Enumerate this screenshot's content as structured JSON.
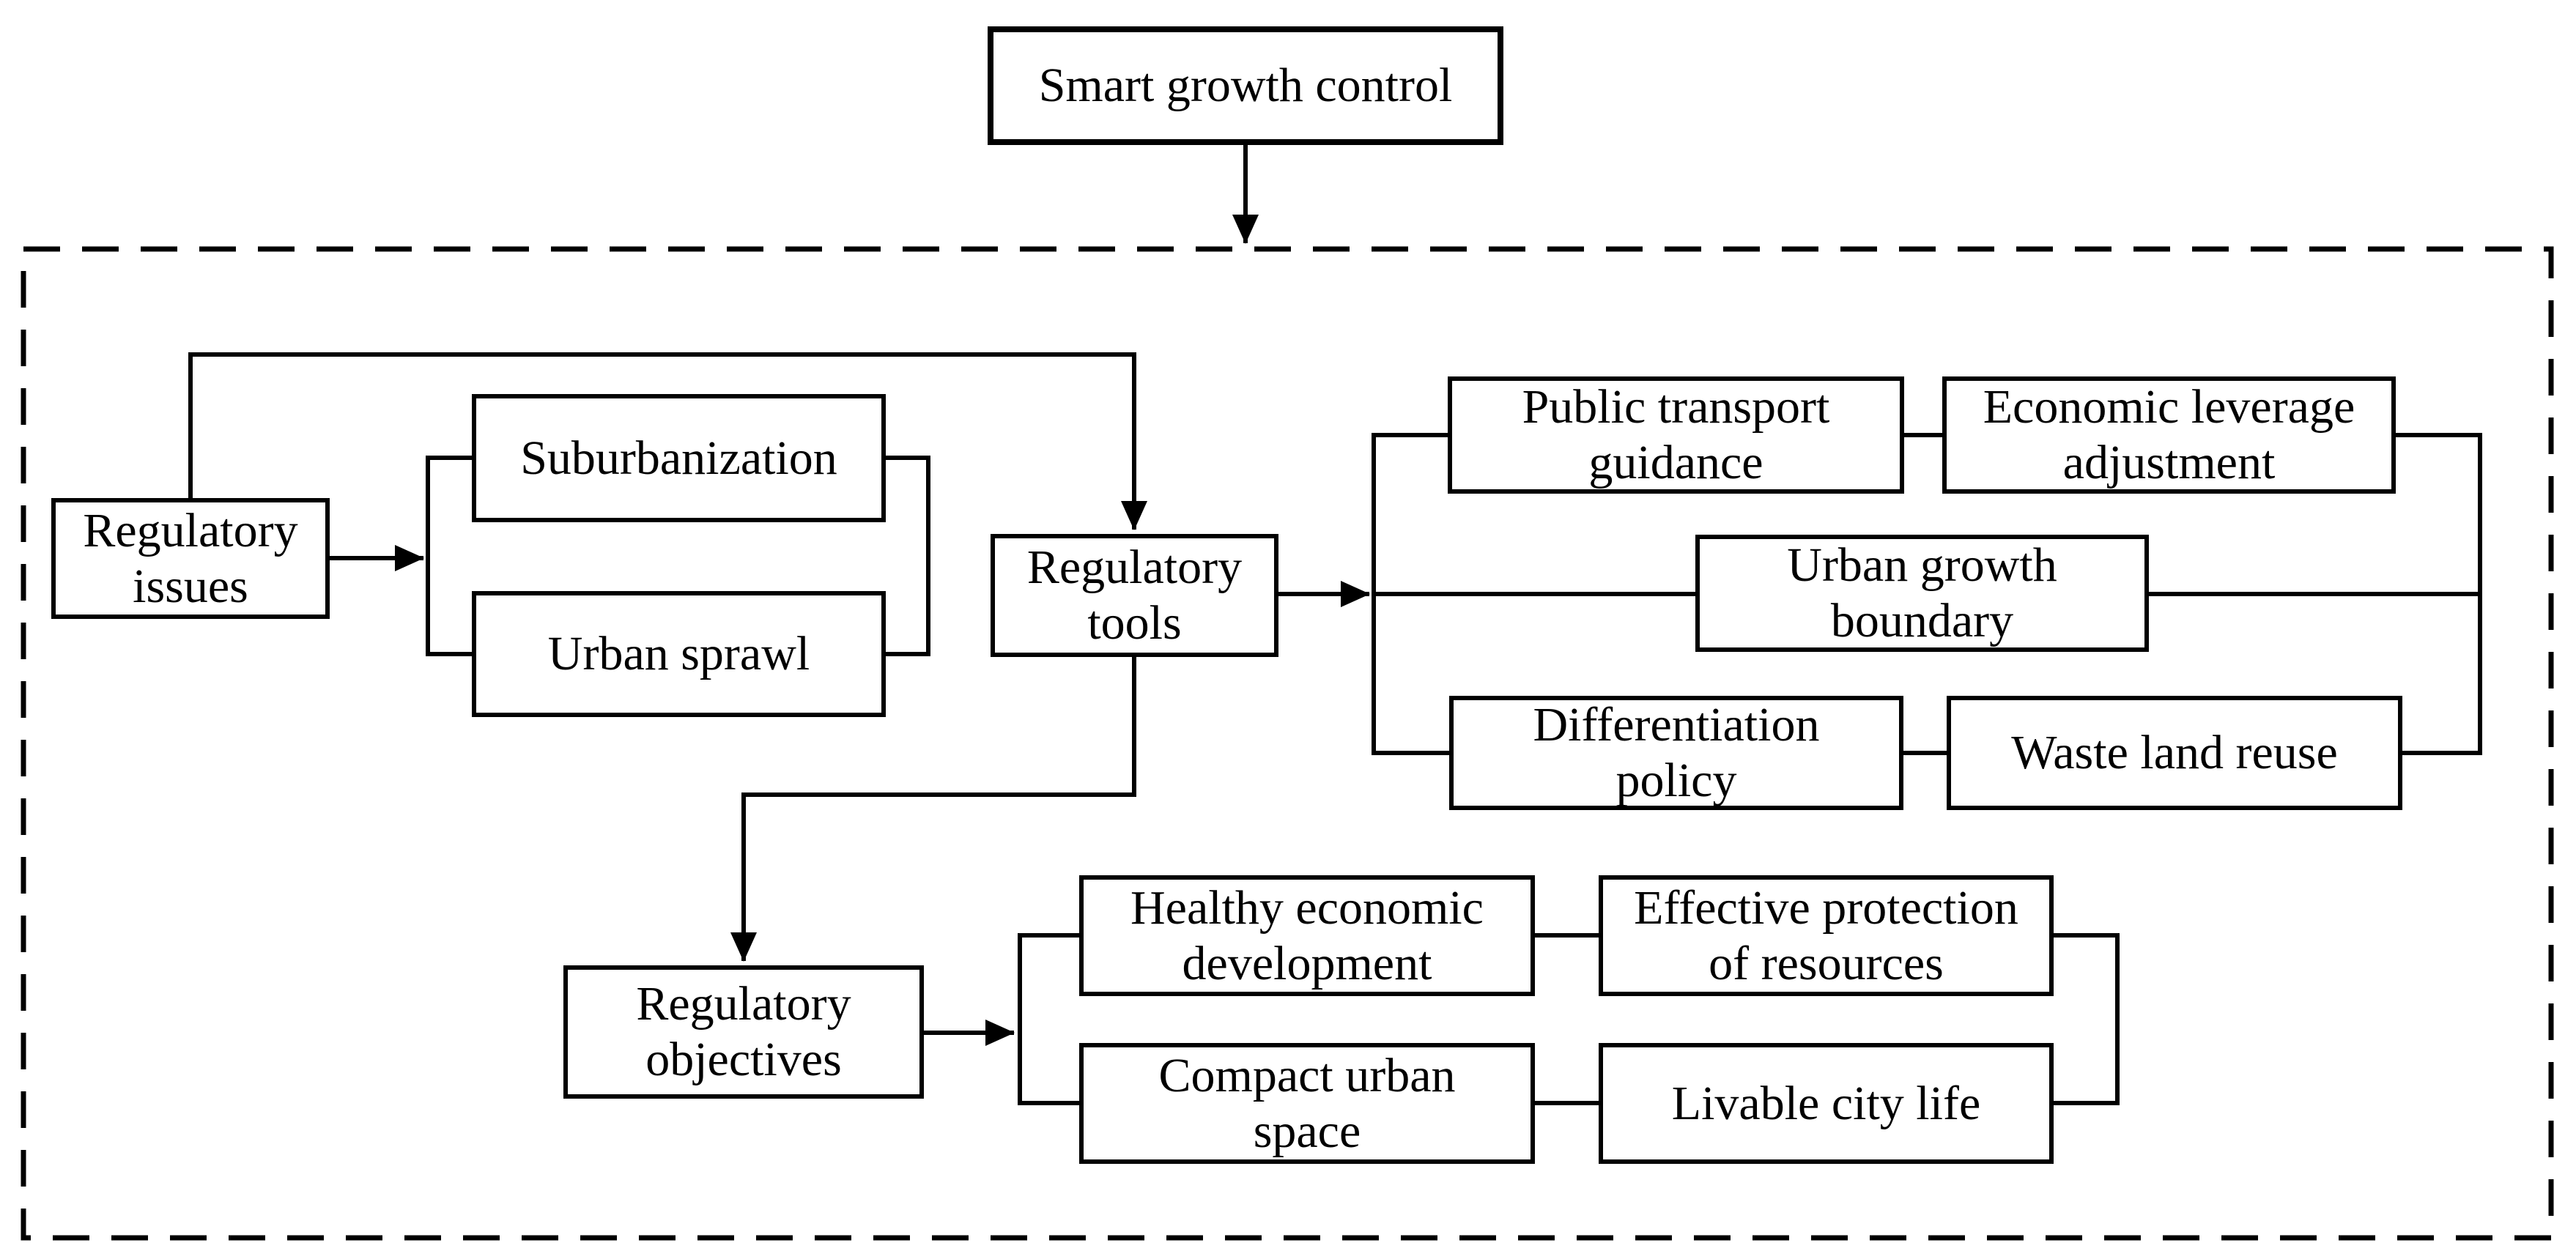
{
  "figure": {
    "type": "flowchart",
    "description": "Smart growth control framework diagram"
  },
  "colors": {
    "ink": "#000000",
    "background": "#ffffff"
  },
  "nodes": {
    "smart_growth_control": {
      "label": "Smart growth control"
    },
    "regulatory_issues": {
      "label": "Regulatory\nissues"
    },
    "suburbanization": {
      "label": "Suburbanization"
    },
    "urban_sprawl": {
      "label": "Urban sprawl"
    },
    "regulatory_tools": {
      "label": "Regulatory\ntools"
    },
    "public_transport": {
      "label": "Public transport\nguidance"
    },
    "economic_leverage": {
      "label": "Economic leverage\nadjustment"
    },
    "urban_growth_boundary": {
      "label": "Urban growth\nboundary"
    },
    "differentiation_policy": {
      "label": "Differentiation\npolicy"
    },
    "waste_land_reuse": {
      "label": "Waste land reuse"
    },
    "regulatory_objectives": {
      "label": "Regulatory\nobjectives"
    },
    "healthy_economic": {
      "label": "Healthy economic\ndevelopment"
    },
    "effective_protection": {
      "label": "Effective protection\nof resources"
    },
    "compact_urban": {
      "label": "Compact urban\nspace"
    },
    "livable_city": {
      "label": "Livable city life"
    }
  },
  "edges": [
    {
      "from": "smart_growth_control",
      "to": "dashed-frame",
      "arrow": true
    },
    {
      "from": "regulatory_issues",
      "to": "regulatory_tools",
      "arrow": true
    },
    {
      "from": "regulatory_issues",
      "to": "suburbanization",
      "arrow": true
    },
    {
      "from": "regulatory_issues",
      "to": "urban_sprawl",
      "arrow": true
    },
    {
      "from": "regulatory_tools",
      "to": "public_transport",
      "arrow": true
    },
    {
      "from": "regulatory_tools",
      "to": "economic_leverage",
      "arrow": true
    },
    {
      "from": "regulatory_tools",
      "to": "urban_growth_boundary",
      "arrow": true
    },
    {
      "from": "regulatory_tools",
      "to": "differentiation_policy",
      "arrow": true
    },
    {
      "from": "regulatory_tools",
      "to": "waste_land_reuse",
      "arrow": true
    },
    {
      "from": "regulatory_tools",
      "to": "regulatory_objectives",
      "arrow": true
    },
    {
      "from": "regulatory_objectives",
      "to": "healthy_economic",
      "arrow": true
    },
    {
      "from": "regulatory_objectives",
      "to": "effective_protection",
      "arrow": true
    },
    {
      "from": "regulatory_objectives",
      "to": "compact_urban",
      "arrow": true
    },
    {
      "from": "regulatory_objectives",
      "to": "livable_city",
      "arrow": true
    }
  ]
}
